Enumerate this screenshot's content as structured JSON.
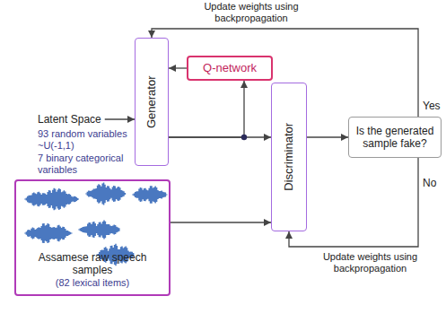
{
  "diagram": {
    "nodes": [
      {
        "text": [
          "Generator"
        ]
      },
      {
        "text": [
          "Q-network"
        ]
      },
      {
        "text": [
          "Discriminator"
        ]
      },
      {
        "text": [
          "Is the generated sample fake?"
        ]
      },
      {
        "text": [
          "Assamese raw speech samples",
          "(82 lexical items)"
        ]
      }
    ],
    "edges": [
      {
        "from": 0,
        "to": 2,
        "arrow": "to"
      },
      {
        "from": 0,
        "to": 1,
        "arrow": "to"
      },
      {
        "from": 1,
        "to": 0,
        "arrow": "to"
      },
      {
        "from": 4,
        "to": 2,
        "arrow": "to"
      },
      {
        "from": 2,
        "to": 3,
        "arrow": "to"
      },
      {
        "from": 3,
        "to": 0,
        "arrow": "to",
        "label": "Update weights using backpropagation"
      },
      {
        "from": 3,
        "to": 2,
        "arrow": "to",
        "label": "Update weights using backpropagation"
      }
    ],
    "labels": [
      "Latent Space",
      "93 random variables ~U(-1,1)",
      "7 binary categorical variables",
      "Yes",
      "No"
    ]
  }
}
